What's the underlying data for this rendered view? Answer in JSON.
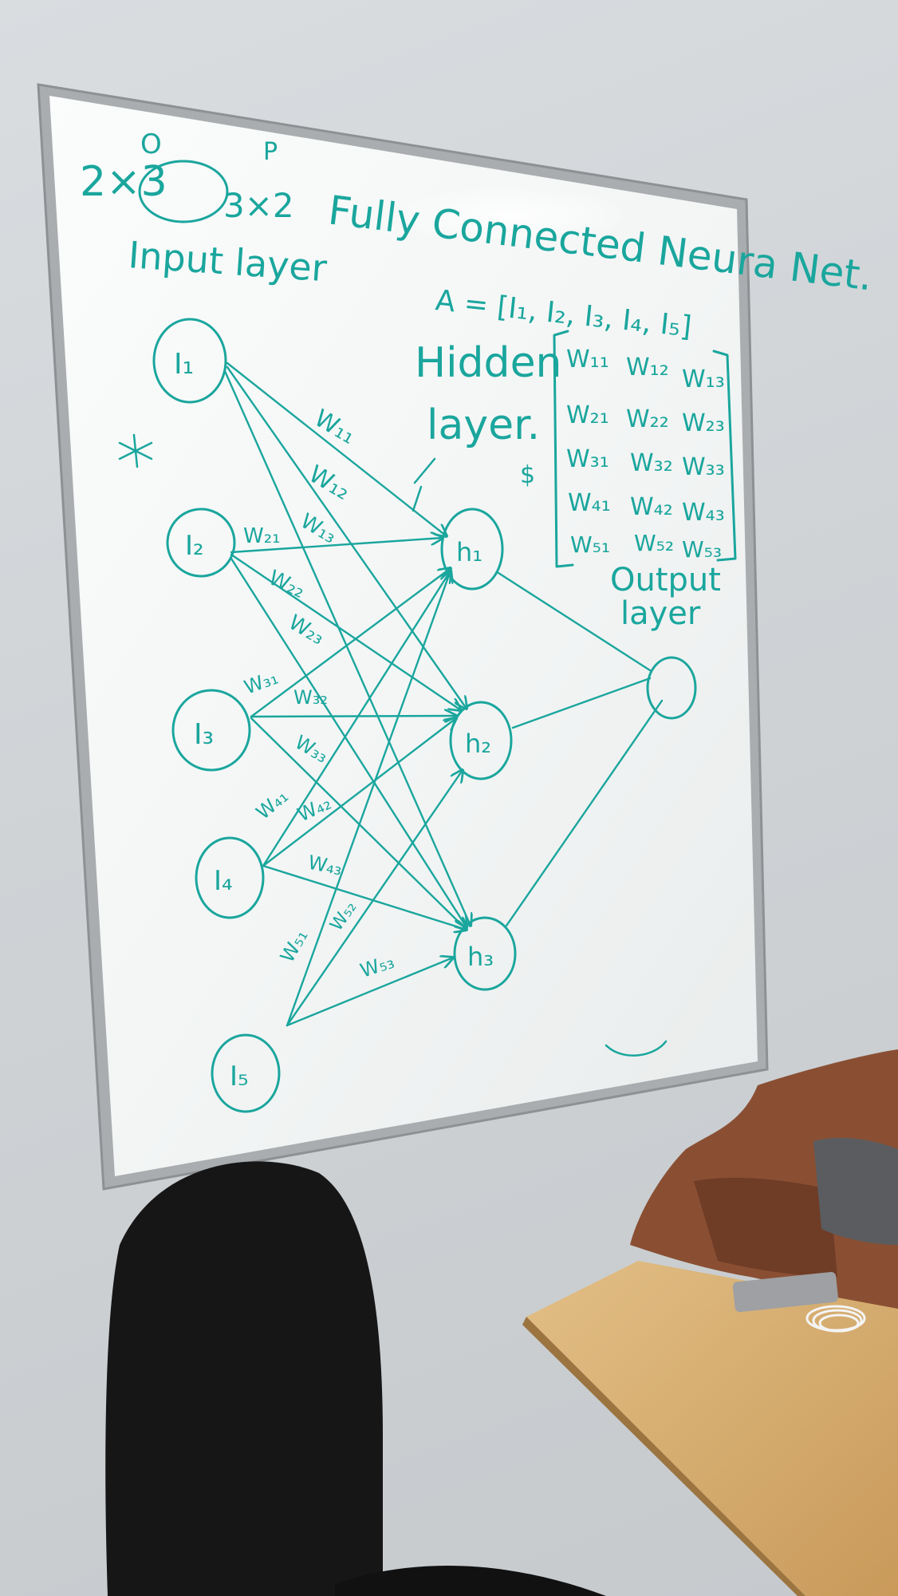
{
  "whiteboard": {
    "ink_color": "#1aa69d",
    "title": "Fully Connected Neura Net.",
    "top_note_a": "2×3",
    "top_note_b": "3×2",
    "top_note_o": "O",
    "top_note_p": "P",
    "matrix_label": "A = [I₁, I₂, I₃, I₄, I₅]",
    "input_layer_label": "Input layer",
    "hidden_layer_label_1": "Hidden",
    "hidden_layer_label_2": "layer.",
    "output_layer_label_1": "Output",
    "output_layer_label_2": "layer",
    "bias_mark": "$",
    "input_nodes": [
      "I₁",
      "I₂",
      "I₃",
      "I₄",
      "I₅"
    ],
    "hidden_nodes": [
      "h₁",
      "h₂",
      "h₃"
    ],
    "weight_matrix": [
      [
        "W₁₁",
        "W₁₂",
        "W₁₃"
      ],
      [
        "W₂₁",
        "W₂₂",
        "W₂₃"
      ],
      [
        "W₃₁",
        "W₃₂",
        "W₃₃"
      ],
      [
        "W₄₁",
        "W₄₂",
        "W₄₃"
      ],
      [
        "W₅₁",
        "W₅₂",
        "W₅₃"
      ]
    ],
    "edge_labels": {
      "w11": "W₁₁",
      "w12": "W₁₂",
      "w13": "W₁₃",
      "w21": "W₂₁",
      "w22": "W₂₂",
      "w23": "W₂₃",
      "w31": "W₃₁",
      "w32": "W₃₂",
      "w33": "W₃₃",
      "w41": "W₄₁",
      "w42": "W₄₂",
      "w43": "W₄₃",
      "w51": "W₅₁",
      "w52": "W₅₂",
      "w53": "W₅₃"
    }
  }
}
